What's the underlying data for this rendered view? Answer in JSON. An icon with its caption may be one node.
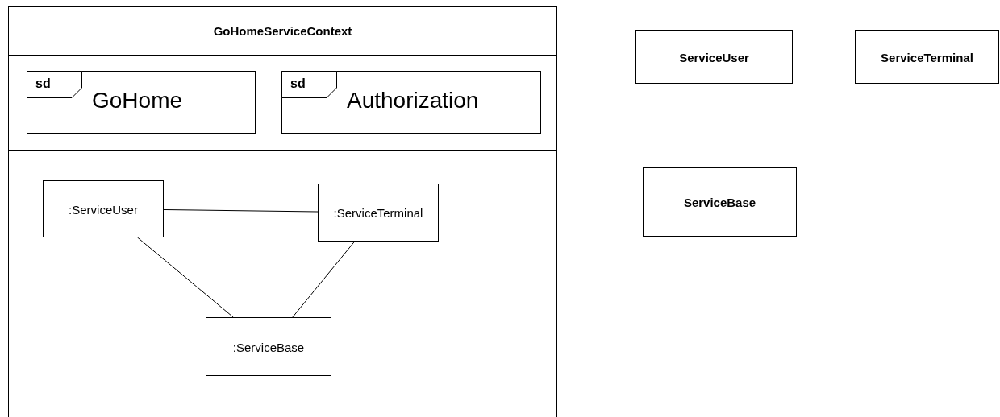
{
  "diagram": {
    "nodes": [
      {
        "text": [
          "GoHomeServiceContext"
        ]
      },
      {
        "text": [
          "sd",
          "GoHome"
        ],
        "in": 0
      },
      {
        "text": [
          "sd",
          "Authorization"
        ],
        "in": 0
      },
      {
        "text": [
          ":ServiceUser"
        ],
        "in": 0
      },
      {
        "text": [
          ":ServiceTerminal"
        ],
        "in": 0
      },
      {
        "text": [
          ":ServiceBase"
        ],
        "in": 0
      },
      {
        "text": [
          "ServiceUser"
        ]
      },
      {
        "text": [
          "ServiceTerminal"
        ]
      },
      {
        "text": [
          "ServiceBase"
        ]
      }
    ],
    "edges": [
      {
        "from": 3,
        "to": 4,
        "arrow": "none"
      },
      {
        "from": 3,
        "to": 5,
        "arrow": "none"
      },
      {
        "from": 4,
        "to": 5,
        "arrow": "none"
      }
    ]
  }
}
